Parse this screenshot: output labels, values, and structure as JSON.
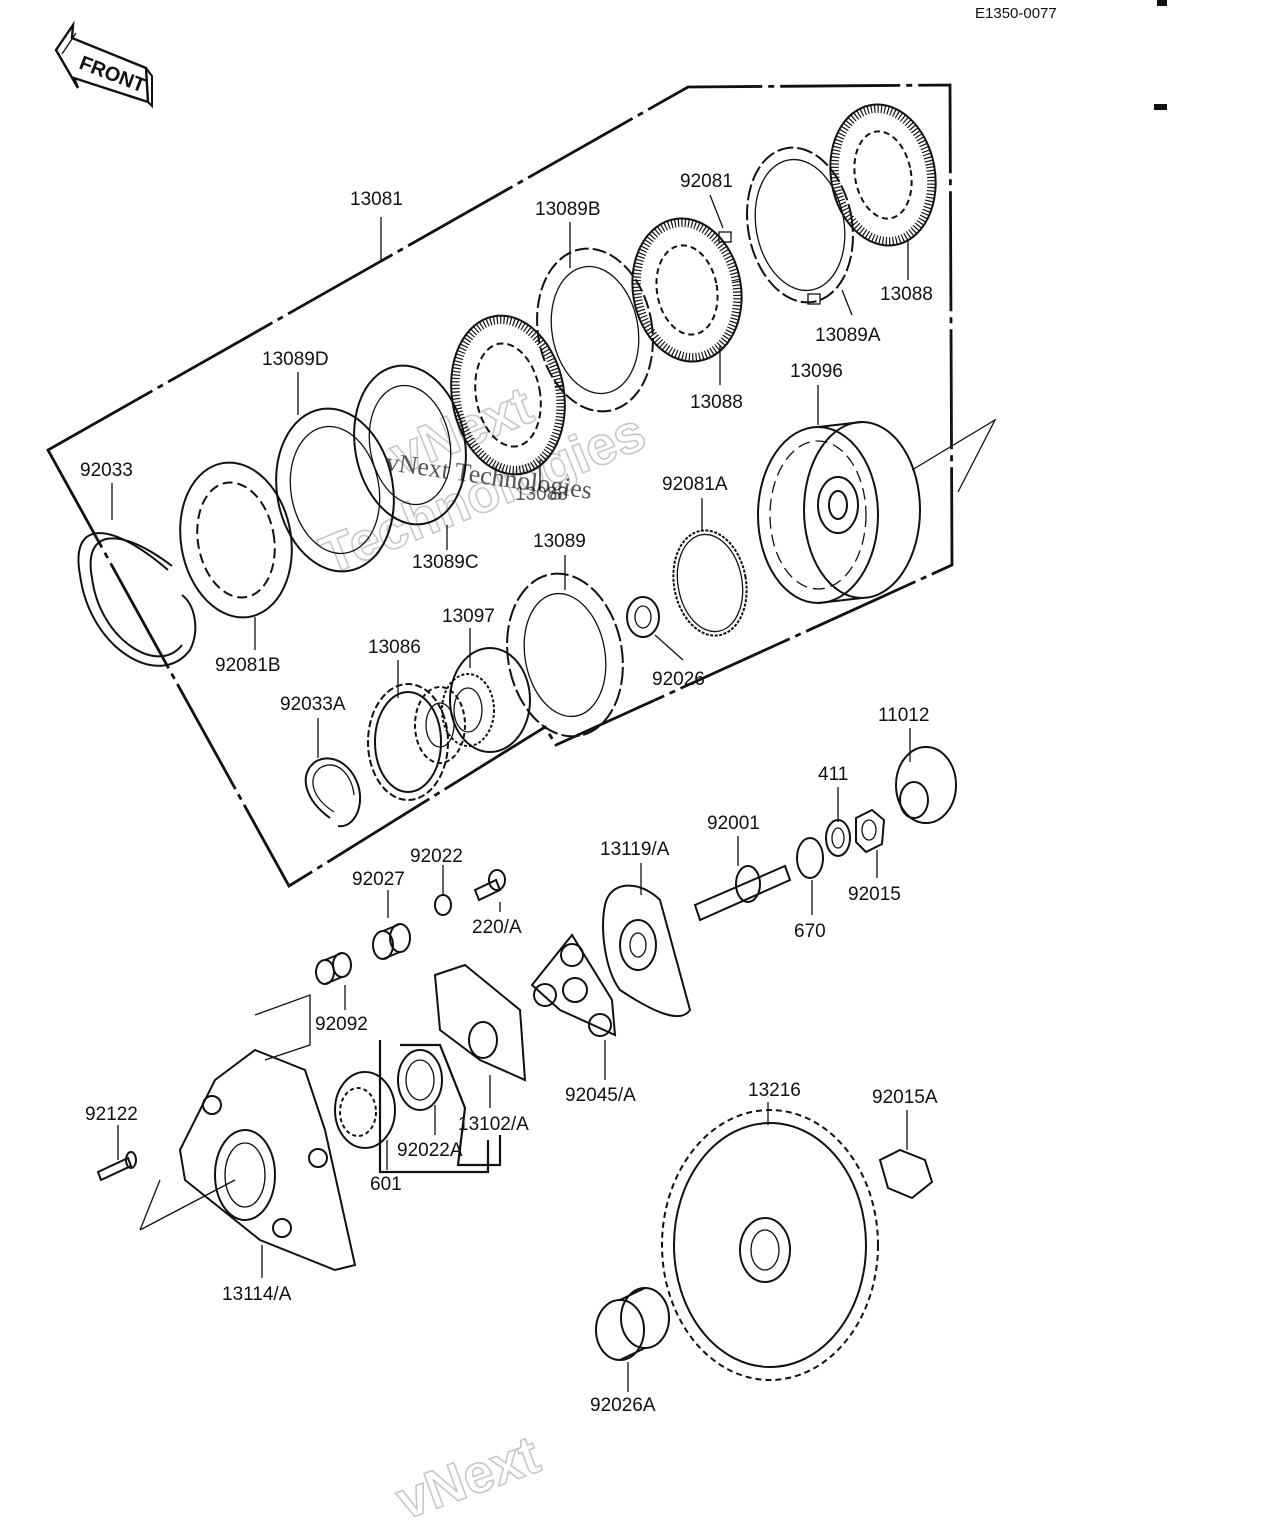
{
  "ref_code": "E1350-0077",
  "front_label": "FRONT",
  "watermarks": {
    "brand_outline_a": "vNext",
    "brand_outline_b": "Technologies",
    "brand_inline": "vNext Technologies",
    "brand_bottom": "vNext"
  },
  "parts": [
    {
      "id": "13081",
      "label": "13081"
    },
    {
      "id": "13089B",
      "label": "13089B"
    },
    {
      "id": "92081",
      "label": "92081"
    },
    {
      "id": "13088-top",
      "label": "13088"
    },
    {
      "id": "13089A",
      "label": "13089A"
    },
    {
      "id": "13089D",
      "label": "13089D"
    },
    {
      "id": "13088-mid",
      "label": "13088"
    },
    {
      "id": "13096",
      "label": "13096"
    },
    {
      "id": "92033",
      "label": "92033"
    },
    {
      "id": "13088-obscured",
      "label": "13088"
    },
    {
      "id": "92081A",
      "label": "92081A"
    },
    {
      "id": "13089C",
      "label": "13089C"
    },
    {
      "id": "13089",
      "label": "13089"
    },
    {
      "id": "92081B",
      "label": "92081B"
    },
    {
      "id": "13097",
      "label": "13097"
    },
    {
      "id": "13086",
      "label": "13086"
    },
    {
      "id": "92026",
      "label": "92026"
    },
    {
      "id": "92033A",
      "label": "92033A"
    },
    {
      "id": "11012",
      "label": "11012"
    },
    {
      "id": "411",
      "label": "411"
    },
    {
      "id": "92001",
      "label": "92001"
    },
    {
      "id": "13119A",
      "label": "13119/A"
    },
    {
      "id": "92022",
      "label": "92022"
    },
    {
      "id": "92027",
      "label": "92027"
    },
    {
      "id": "92015",
      "label": "92015"
    },
    {
      "id": "220A",
      "label": "220/A"
    },
    {
      "id": "670",
      "label": "670"
    },
    {
      "id": "92092",
      "label": "92092"
    },
    {
      "id": "92045A",
      "label": "92045/A"
    },
    {
      "id": "13216",
      "label": "13216"
    },
    {
      "id": "92015A",
      "label": "92015A"
    },
    {
      "id": "92122",
      "label": "92122"
    },
    {
      "id": "13102A",
      "label": "13102/A"
    },
    {
      "id": "92022A",
      "label": "92022A"
    },
    {
      "id": "601",
      "label": "601"
    },
    {
      "id": "13114A",
      "label": "13114/A"
    },
    {
      "id": "92026A",
      "label": "92026A"
    }
  ]
}
